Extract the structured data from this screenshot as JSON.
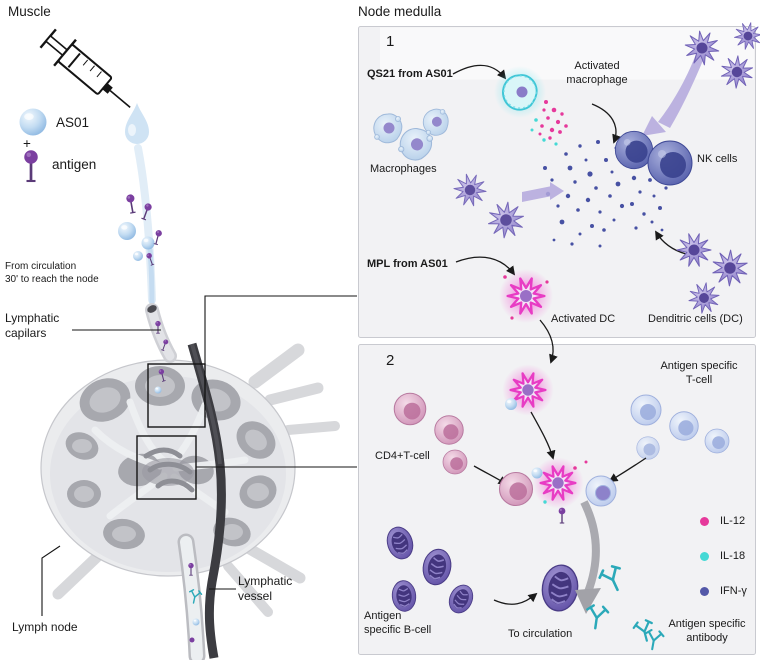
{
  "left": {
    "title": "Muscle",
    "as01": "AS01",
    "plus": "+",
    "antigen": "antigen",
    "circulation_note": "From circulation\n30' to reach the node",
    "lymphatic_capilars": "Lymphatic\ncapilars",
    "lymphatic_vessel": "Lymphatic\nvessel",
    "lymph_node": "Lymph node"
  },
  "medulla": {
    "title": "Node medulla",
    "panel1": {
      "number": "1",
      "qs21": "QS21 from AS01",
      "activated_macrophage": "Activated\nmacrophage",
      "macrophages": "Macrophages",
      "nk_cells": "NK cells",
      "mpl": "MPL from AS01",
      "activated_dc": "Activated DC",
      "dendritic_cells": "Denditric cells (DC)"
    },
    "panel2": {
      "number": "2",
      "t_cell": "Antigen specific\nT-cell",
      "cd4": "CD4+T-cell",
      "b_cell": "Antigen\nspecific B-cell",
      "to_circulation": "To circulation",
      "antibody": "Antigen specific\nantibody",
      "legend": [
        {
          "label": "IL-12",
          "color": "#e6399b"
        },
        {
          "label": "IL-18",
          "color": "#45d9d5"
        },
        {
          "label": "IFN-γ",
          "color": "#5358a8"
        }
      ]
    }
  },
  "colors": {
    "as01_sphere": "#aecfec",
    "antigen_purple": "#7b3fa0",
    "activated_macrophage_glow": "#3fc6d6",
    "activated_dc_glow": "#e83cc4",
    "antibody_teal": "#2ba9b9",
    "panel_background": "#f2f2f4"
  }
}
